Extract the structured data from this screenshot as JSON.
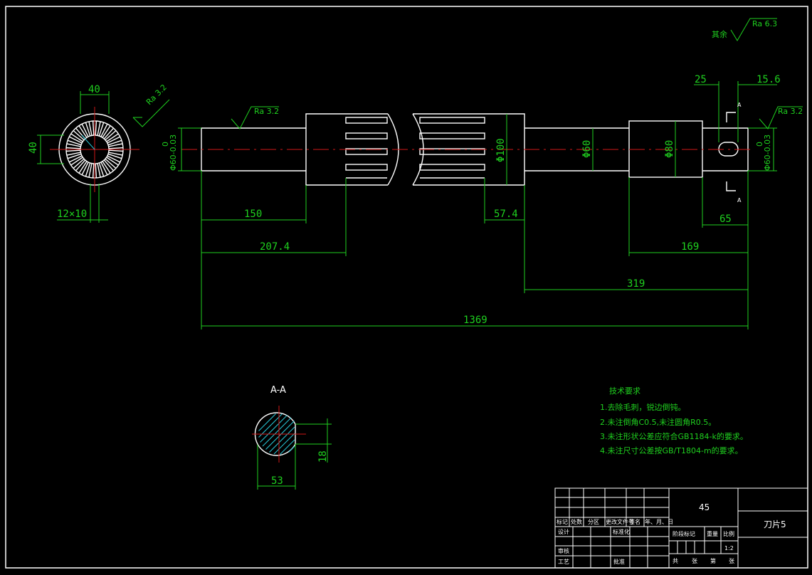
{
  "dimensions": {
    "d40_top": "40",
    "d40_left": "40",
    "d12x10": "12×10",
    "d150": "150",
    "d207": "207.4",
    "d57": "57.4",
    "d1369": "1369",
    "d319": "319",
    "d169": "169",
    "d65": "65",
    "d25": "25",
    "d15": "15.6",
    "dia60_left": "Φ60-0.03",
    "dia60_left_up": "0",
    "dia60_mid": "Φ60",
    "dia100": "Φ100",
    "dia80": "Φ80",
    "dia60_right": "Φ60-0.03",
    "dia60_right_up": "0",
    "d53": "53",
    "d18": "18"
  },
  "roughness": {
    "ra_left_view": "Ra 3.2",
    "ra_shaft_left": "Ra 3.2",
    "ra_shaft_right": "Ra 3.2",
    "ra_rest": "Ra 6.3",
    "rest_label": "其余"
  },
  "section": {
    "title": "A-A",
    "mark_top": "A",
    "mark_bottom": "A"
  },
  "tech": {
    "title": "技术要求",
    "items": [
      "1.去除毛刺，锐边倒钝。",
      "2.未注倒角C0.5,未注圆角R0.5。",
      "3.未注形状公差应符合GB1184-k的要求。",
      "4.未注尺寸公差按GB/T1804-m的要求。"
    ]
  },
  "titleblock": {
    "material": "45",
    "part_name": "刀片5",
    "scale": "1:2",
    "h_mark": "标记",
    "h_count": "处数",
    "h_zone": "分区",
    "h_doc": "更改文件号",
    "h_sign": "签名",
    "h_date": "年、月、日",
    "h_design": "设计",
    "h_std": "标准化",
    "h_stage": "阶段标记",
    "h_weight": "重量",
    "h_ratio": "比例",
    "h_check": "审核",
    "h_process": "工艺",
    "h_approve": "批准",
    "h_total": "共",
    "h_sheet": "张",
    "h_no": "第",
    "h_sheet2": "张"
  }
}
